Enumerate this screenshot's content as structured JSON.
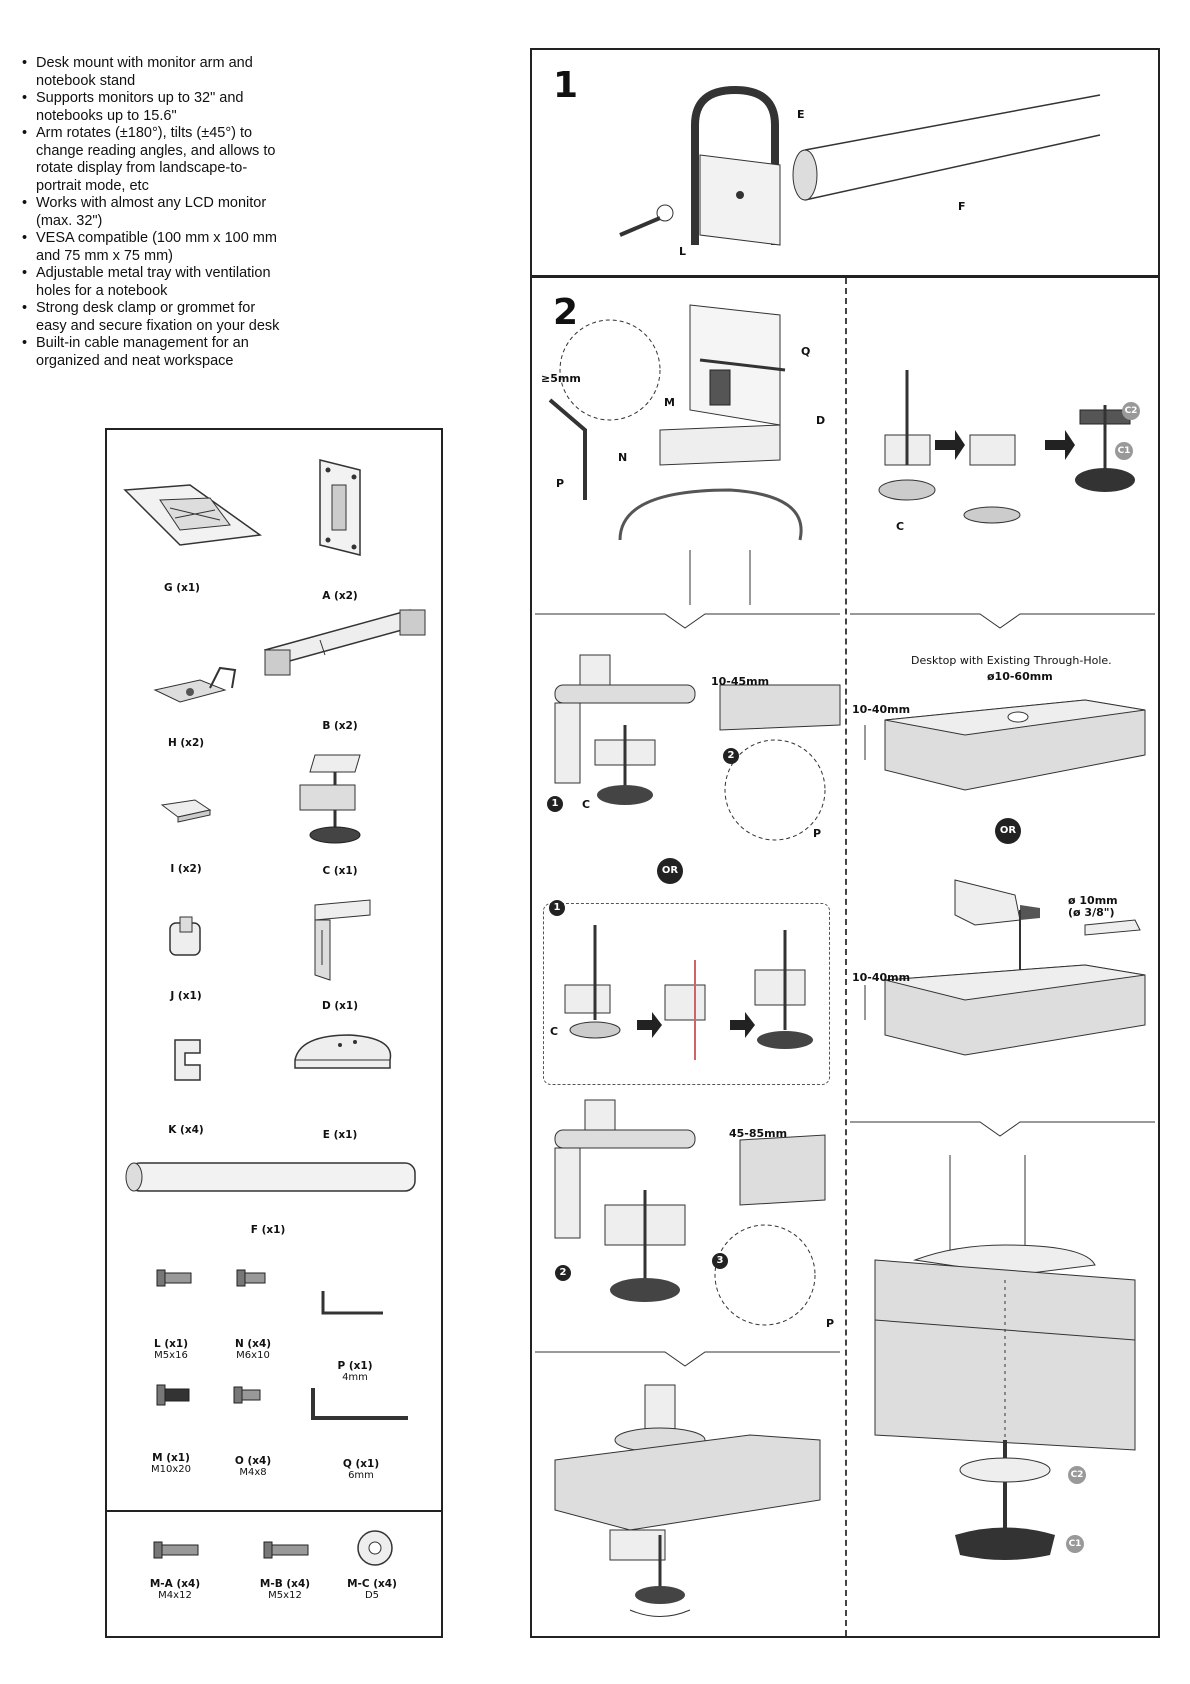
{
  "features": [
    "Desk mount with monitor arm and notebook stand",
    "Supports monitors up to 32\" and notebooks up to 15.6\"",
    "Arm rotates (±180°), tilts (±45°) to change reading angles, and allows to rotate display from landscape-to-portrait mode, etc",
    "Works with almost any LCD monitor (max. 32\")",
    "VESA compatible (100 mm x 100 mm and 75 mm x 75 mm)",
    "Adjustable metal tray with ventilation holes for a notebook",
    "Strong desk clamp or grommet for easy and secure fixation on your desk",
    "Built-in cable management for an organized and neat workspace"
  ],
  "parts": {
    "G": "G (x1)",
    "A": "A (x2)",
    "H": "H (x2)",
    "B": "B (x2)",
    "I": "I (x2)",
    "C": "C (x1)",
    "J": "J (x1)",
    "D": "D (x1)",
    "K": "K (x4)",
    "E": "E (x1)",
    "F": "F (x1)",
    "L": "L (x1)",
    "L_sub": "M5x16",
    "N": "N (x4)",
    "N_sub": "M6x10",
    "P": "P (x1)",
    "P_sub": "4mm",
    "M": "M (x1)",
    "M_sub": "M10x20",
    "O": "O (x4)",
    "O_sub": "M4x8",
    "Q": "Q (x1)",
    "Q_sub": "6mm",
    "MA": "M-A (x4)",
    "MA_sub": "M4x12",
    "MB": "M-B (x4)",
    "MB_sub": "M5x12",
    "MC": "M-C (x4)",
    "MC_sub": "D5"
  },
  "step1": {
    "number": "1",
    "label_E": "E",
    "label_F": "F",
    "label_L": "L"
  },
  "step2": {
    "number": "2",
    "dim_5mm": "≥5mm",
    "label_M": "M",
    "label_N": "N",
    "label_P": "P",
    "label_Q": "Q",
    "label_D": "D",
    "label_C": "C",
    "c1": "C1",
    "c2": "C2",
    "clamp_range1": "10-45mm",
    "clamp_range2": "45-85mm",
    "or": "OR",
    "desktop_hole": "Desktop with Existing Through-Hole.",
    "hole_dia": "ø10-60mm",
    "thickness1": "10-40mm",
    "thickness2": "10-40mm",
    "drill_dia": "ø 10mm",
    "drill_inch": "(ø 3/8\")",
    "badge1": "1",
    "badge2": "2",
    "badge3": "3"
  }
}
